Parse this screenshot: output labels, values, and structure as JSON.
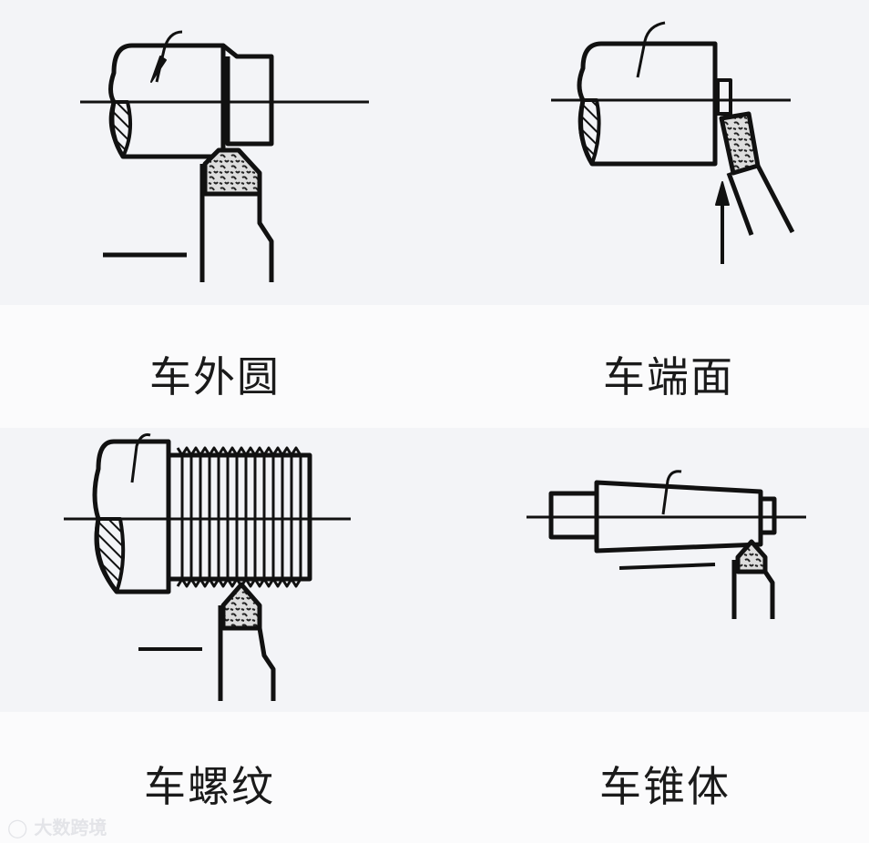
{
  "labels": {
    "outer_turning": "车外圆",
    "facing": "车端面",
    "threading": "车螺纹",
    "taper_turning": "车锥体"
  },
  "watermark": "大数跨境",
  "colors": {
    "line": "#111111",
    "panel": "#f3f4f7",
    "band": "#fbfbfc"
  }
}
